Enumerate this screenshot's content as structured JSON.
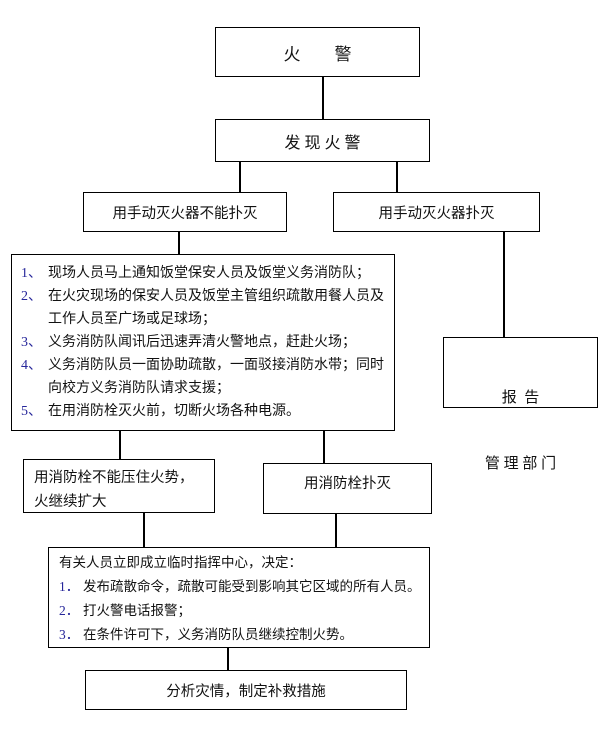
{
  "canvas": {
    "background": "#ffffff",
    "line_color": "#000000",
    "text_color": "#111111",
    "number_color": "#26269a"
  },
  "nodes": {
    "fire_alarm": {
      "label": "火　　警"
    },
    "discover": {
      "label": "发 现 火 警"
    },
    "manual_fail": {
      "label": "用手动灭火器不能扑灭"
    },
    "manual_success": {
      "label": "用手动灭火器扑灭"
    },
    "procedures": {
      "items": [
        {
          "num": "1、",
          "text": "现场人员马上通知饭堂保安人员及饭堂义务消防队；"
        },
        {
          "num": "2、",
          "text": "在火灾现场的保安人员及饭堂主管组织疏散用餐人员及工作人员至广场或足球场；"
        },
        {
          "num": "3、",
          "text": "义务消防队闻讯后迅速弄清火警地点，赶赴火场；"
        },
        {
          "num": "4、",
          "text": "义务消防队员一面协助疏散，一面驳接消防水带；同时向校方义务消防队请求支援；"
        },
        {
          "num": "5、",
          "text": "在用消防栓灭火前，切断火场各种电源。"
        }
      ]
    },
    "report": {
      "line1": "报  告",
      "line2": "管 理 部 门"
    },
    "hydrant_fail": {
      "line1": "用消防栓不能压住火势，",
      "line2": "火继续扩大"
    },
    "hydrant_success": {
      "label": "用消防栓扑灭"
    },
    "command_center": {
      "title": "有关人员立即成立临时指挥中心，决定：",
      "items": [
        {
          "num": "1．",
          "text": "发布疏散命令，疏散可能受到影响其它区域的所有人员。"
        },
        {
          "num": "2．",
          "text": "打火警电话报警；"
        },
        {
          "num": "3．",
          "text": "在条件许可下，义务消防队员继续控制火势。"
        }
      ]
    },
    "analyze": {
      "label": "分析灾情，制定补救措施"
    }
  }
}
